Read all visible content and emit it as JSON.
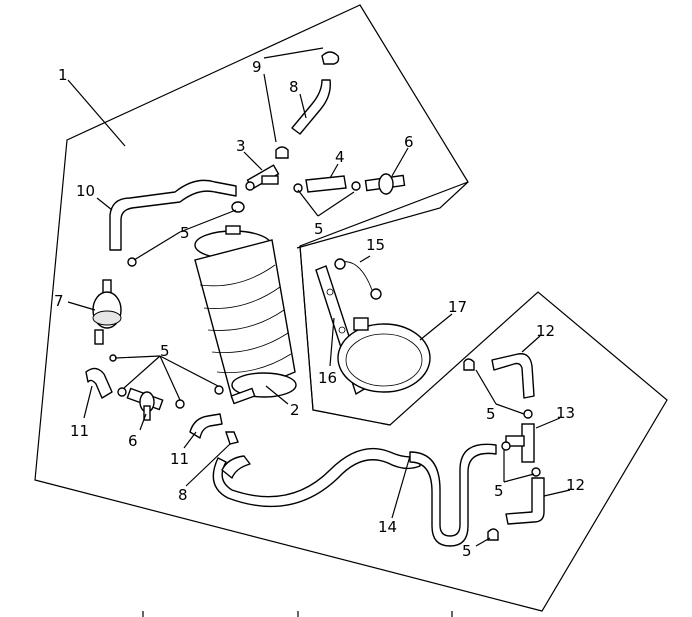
{
  "callouts": {
    "c1": "1",
    "c2": "2",
    "c3": "3",
    "c4": "4",
    "c5a": "5",
    "c5b": "5",
    "c5c": "5",
    "c5d": "5",
    "c5e": "5",
    "c5f": "5",
    "c6a": "6",
    "c6b": "6",
    "c7": "7",
    "c8a": "8",
    "c8b": "8",
    "c9": "9",
    "c10": "10",
    "c11a": "11",
    "c11b": "11",
    "c12a": "12",
    "c12b": "12",
    "c13": "13",
    "c14": "14",
    "c15": "15",
    "c16": "16",
    "c17": "17"
  }
}
